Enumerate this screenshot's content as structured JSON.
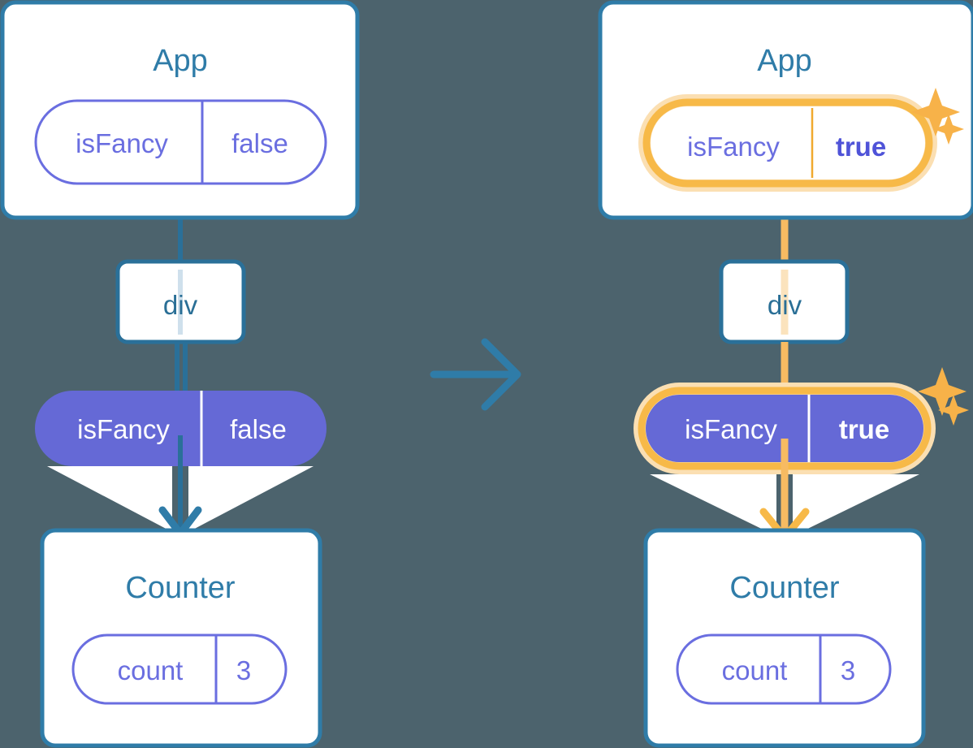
{
  "background_color": "#4c636d",
  "palette": {
    "card_border": "#2f7ca8",
    "title_text": "#2f7ca8",
    "pill_purple": "#6569d6",
    "pill_outline": "#6a6ee0",
    "highlight_orange": "#f7b948",
    "highlight_glow": "#fbdfb2",
    "connector_blue": "#2a7099",
    "white": "#ffffff"
  },
  "transition_arrow": {
    "icon": "arrow-right-icon",
    "color": "#2f7ca8"
  },
  "panels": [
    {
      "id": "before",
      "app": {
        "title": "App",
        "state_pill": {
          "key": "isFancy",
          "value": "false",
          "style": "outline",
          "highlighted": false,
          "value_bold": false
        }
      },
      "element": {
        "tag": "div"
      },
      "props_pill": {
        "key": "isFancy",
        "value": "false",
        "style": "solid",
        "highlighted": false,
        "value_bold": false
      },
      "counter": {
        "title": "Counter",
        "state_pill": {
          "key": "count",
          "value": "3",
          "style": "outline",
          "highlighted": false,
          "value_bold": false
        }
      },
      "connector_color": "#2a7099",
      "sparkles": false
    },
    {
      "id": "after",
      "app": {
        "title": "App",
        "state_pill": {
          "key": "isFancy",
          "value": "true",
          "style": "outline",
          "highlighted": true,
          "value_bold": true
        }
      },
      "element": {
        "tag": "div"
      },
      "props_pill": {
        "key": "isFancy",
        "value": "true",
        "style": "solid",
        "highlighted": true,
        "value_bold": true
      },
      "counter": {
        "title": "Counter",
        "state_pill": {
          "key": "count",
          "value": "3",
          "style": "outline",
          "highlighted": false,
          "value_bold": false
        }
      },
      "connector_color": "#f7b948",
      "sparkles": true
    }
  ]
}
